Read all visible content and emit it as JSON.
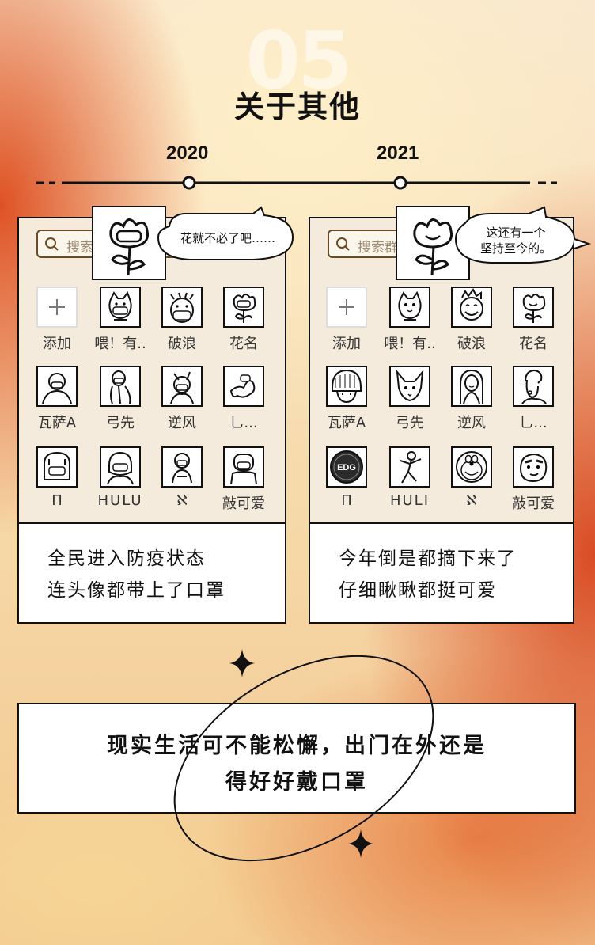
{
  "section_number": "05",
  "section_title": "关于其他",
  "years": [
    "2020",
    "2021"
  ],
  "colors": {
    "accent": "#dd4a1c",
    "ink": "#111111",
    "card_bg": "#f4ebdc"
  },
  "cards": [
    {
      "year": "2020",
      "search_placeholder": "搜索",
      "speech_bubble": "花就不必了吧……",
      "contacts": [
        {
          "label": "添加",
          "icon": "plus-icon"
        },
        {
          "label": "喂！有..",
          "icon": "cat-mask-avatar-icon"
        },
        {
          "label": "破浪",
          "icon": "masked-face-avatar-icon"
        },
        {
          "label": "花名",
          "icon": "masked-flower-avatar-icon"
        },
        {
          "label": "瓦萨A",
          "icon": "masked-person-avatar-icon"
        },
        {
          "label": "弓先",
          "icon": "masked-figure-avatar-icon"
        },
        {
          "label": "逆风",
          "icon": "masked-animal-avatar-icon"
        },
        {
          "label": "乚...",
          "icon": "masked-doodle-avatar-icon"
        },
        {
          "label": "Π",
          "icon": "masked-helmet-avatar-icon"
        },
        {
          "label": "HULU",
          "icon": "masked-character-avatar-icon"
        },
        {
          "label": "ℵ",
          "icon": "masked-monkey-avatar-icon"
        },
        {
          "label": "敲可爱",
          "icon": "masked-robot-avatar-icon"
        }
      ],
      "caption": [
        "全民进入防疫状态",
        "连头像都带上了口罩"
      ]
    },
    {
      "year": "2021",
      "search_placeholder": "搜索群",
      "speech_bubble": [
        "这还有一个",
        "坚持至今的。"
      ],
      "contacts": [
        {
          "label": "添加",
          "icon": "plus-icon"
        },
        {
          "label": "喂！有..",
          "icon": "cat-avatar-icon"
        },
        {
          "label": "破浪",
          "icon": "smiling-boy-avatar-icon"
        },
        {
          "label": "花名",
          "icon": "flower-avatar-icon"
        },
        {
          "label": "瓦萨A",
          "icon": "bowl-cut-girl-avatar-icon"
        },
        {
          "label": "弓先",
          "icon": "fox-avatar-icon"
        },
        {
          "label": "逆风",
          "icon": "mona-lisa-avatar-icon"
        },
        {
          "label": "乚...",
          "icon": "pearl-earring-avatar-icon"
        },
        {
          "label": "Π",
          "icon": "edg-logo-icon"
        },
        {
          "label": "HULI",
          "icon": "running-figure-avatar-icon"
        },
        {
          "label": "ℵ",
          "icon": "doraemon-avatar-icon"
        },
        {
          "label": "敲可爱",
          "icon": "crayon-shin-avatar-icon"
        }
      ],
      "caption": [
        "今年倒是都摘下来了",
        "仔细瞅瞅都挺可爱"
      ]
    }
  ],
  "edg_text": "EDG",
  "banner": [
    "现实生活可不能松懈，出门在外还是",
    "得好好戴口罩"
  ]
}
